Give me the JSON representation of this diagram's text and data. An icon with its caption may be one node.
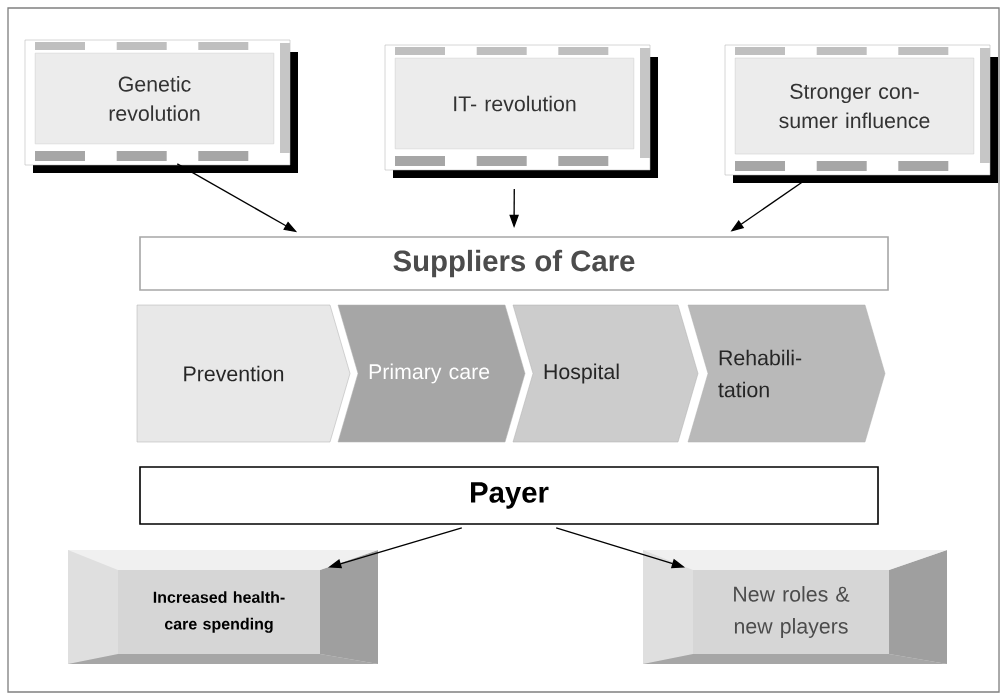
{
  "diagram": {
    "nodes": [
      {
        "text": [
          "Genetic revolution"
        ]
      },
      {
        "text": [
          "IT- revolution"
        ]
      },
      {
        "text": [
          "Stronger con- sumer influence"
        ]
      },
      {
        "text": [
          "Suppliers of Care"
        ]
      },
      {
        "text": [
          "Prevention"
        ]
      },
      {
        "text": [
          "Primary care"
        ]
      },
      {
        "text": [
          "Hospital"
        ]
      },
      {
        "text": [
          "Rehabili- tation"
        ]
      },
      {
        "text": [
          "Payer"
        ]
      },
      {
        "text": [
          "Increased health- care spending"
        ]
      },
      {
        "text": [
          "New roles & new players"
        ]
      }
    ],
    "edges": [
      {
        "from": 0,
        "to": 3,
        "arrow": "to"
      },
      {
        "from": 1,
        "to": 3,
        "arrow": "to"
      },
      {
        "from": 2,
        "to": 3,
        "arrow": "to"
      },
      {
        "from": 8,
        "to": 9,
        "arrow": "to"
      },
      {
        "from": 8,
        "to": 10,
        "arrow": "to"
      }
    ]
  }
}
